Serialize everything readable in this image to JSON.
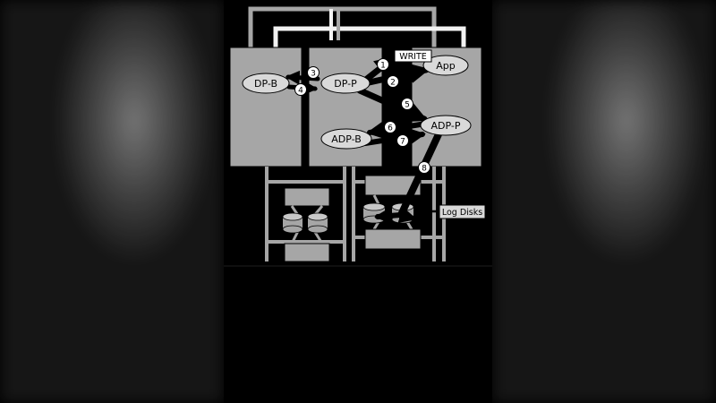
{
  "nodes": {
    "dp_b": "DP-B",
    "dp_p": "DP-P",
    "app": "App",
    "adp_p": "ADP-P",
    "adp_b": "ADP-B"
  },
  "labels": {
    "write": "WRITE",
    "log_disks": "Log Disks"
  },
  "steps": [
    "1",
    "2",
    "3",
    "4",
    "5",
    "6",
    "7",
    "8"
  ],
  "colors": {
    "panel_fill": "#a6a6a6",
    "node_fill": "#d9d9d9",
    "bus_gray": "#a6a6a6",
    "bus_white": "#f2f2f2",
    "arrow": "#000000",
    "background": "#000000"
  }
}
